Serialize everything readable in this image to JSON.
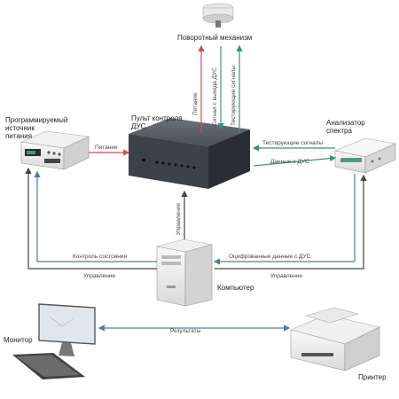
{
  "devices": {
    "rotary": "Поворотный механизм",
    "power_supply": [
      "Программируемый",
      "источник",
      "питания"
    ],
    "console": [
      "Пульт контроля",
      "ДУС"
    ],
    "analyzer": [
      "Анализатор",
      "спектра"
    ],
    "computer": "Компьютер",
    "monitor": "Монитор",
    "printer": "Принтер"
  },
  "edges": {
    "rotary_power": "Питание",
    "rotary_signal_out": "Сигнал с выхода ДУС",
    "rotary_test": "Тестирующие сигналы",
    "psu_power": "Питание",
    "analyzer_test": "Тестирующие сигналы",
    "analyzer_data": "Данные с ДУС",
    "computer_control_up": "Управление",
    "status_control": "Контроль состояния",
    "digitized_data": "Оцифрованные данные с ДУС",
    "control_left": "Управление",
    "control_right": "Управление",
    "results": "Результаты"
  },
  "colors": {
    "red_arrow": "#c9524e",
    "green_arrow": "#3f9277",
    "dark_arrow": "#444444",
    "blue_arrow": "#4a7ea8"
  }
}
